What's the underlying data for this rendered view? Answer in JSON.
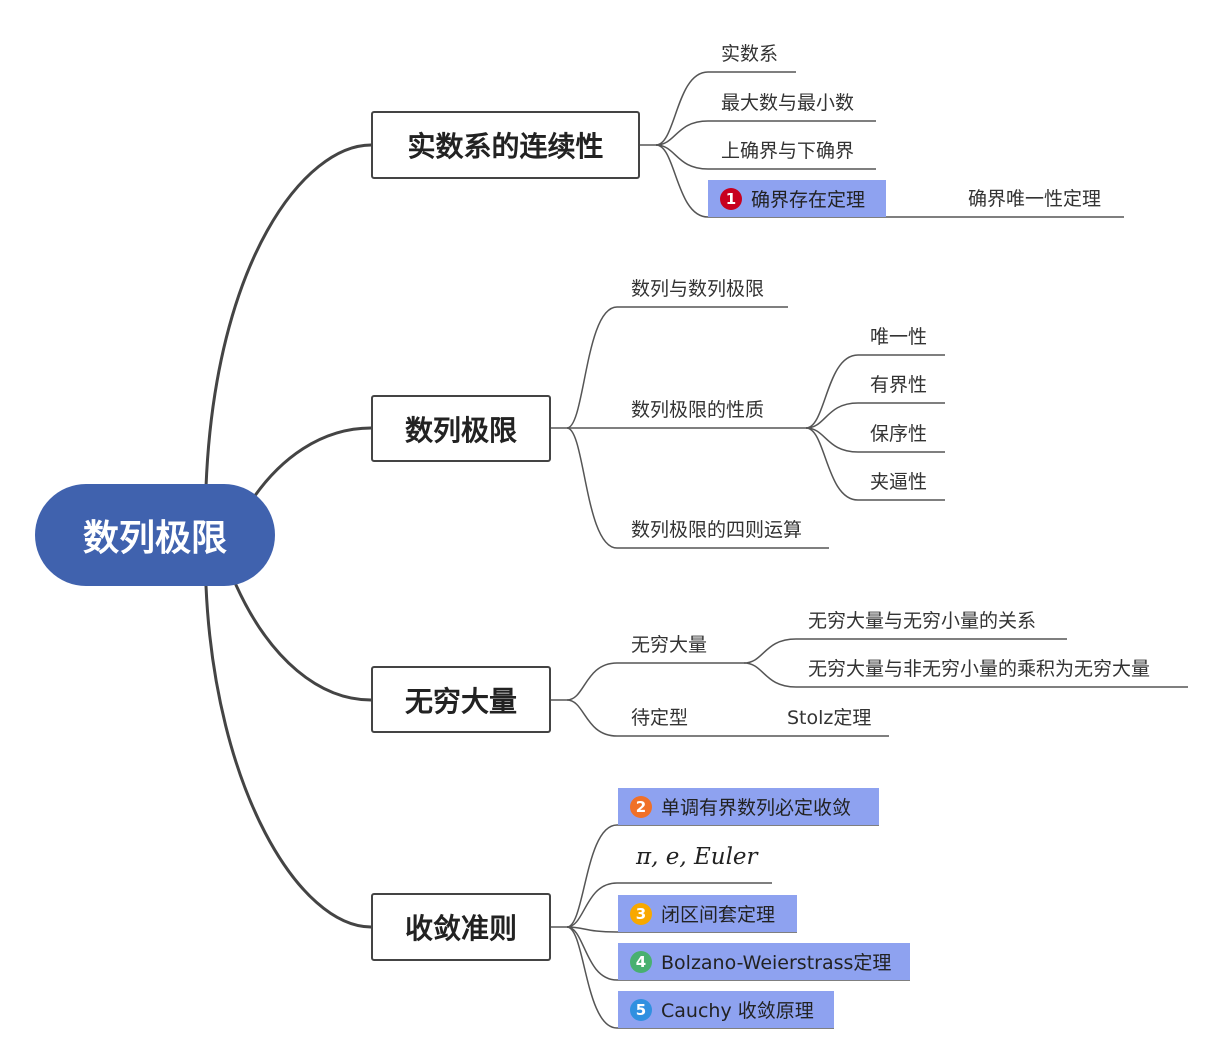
{
  "colors": {
    "root_fill": "#4062ae",
    "highlight_fill": "#8ea2f0",
    "line": "#444444",
    "badge_1": "#c8001e",
    "badge_2": "#f07028",
    "badge_3": "#f8a800",
    "badge_4": "#48b070",
    "badge_5": "#3090e0"
  },
  "root": {
    "title": "数列极限"
  },
  "branches": {
    "b1": {
      "title": "实数系的连续性",
      "items": {
        "i1": "实数系",
        "i2": "最大数与最小数",
        "i3": "上确界与下确界",
        "i4": {
          "badge": "1",
          "label": "确界存在定理",
          "child": "确界唯一性定理"
        }
      }
    },
    "b2": {
      "title": "数列极限",
      "items": {
        "i1": "数列与数列极限",
        "i2": {
          "label": "数列极限的性质",
          "children": [
            "唯一性",
            "有界性",
            "保序性",
            "夹逼性"
          ]
        },
        "i3": "数列极限的四则运算"
      }
    },
    "b3": {
      "title": "无穷大量",
      "items": {
        "i1": {
          "label": "无穷大量",
          "children": [
            "无穷大量与无穷小量的关系",
            "无穷大量与非无穷小量的乘积为无穷大量"
          ]
        },
        "i2": {
          "label": "待定型",
          "child": "Stolz定理"
        }
      }
    },
    "b4": {
      "title": "收敛准则",
      "items": {
        "i1": {
          "badge": "2",
          "label": "单调有界数列必定收敛"
        },
        "i2": {
          "formula": "π, e, Euler"
        },
        "i3": {
          "badge": "3",
          "label": "闭区间套定理"
        },
        "i4": {
          "badge": "4",
          "label": "Bolzano-Weierstrass定理"
        },
        "i5": {
          "badge": "5",
          "label": "Cauchy 收敛原理"
        }
      }
    }
  }
}
